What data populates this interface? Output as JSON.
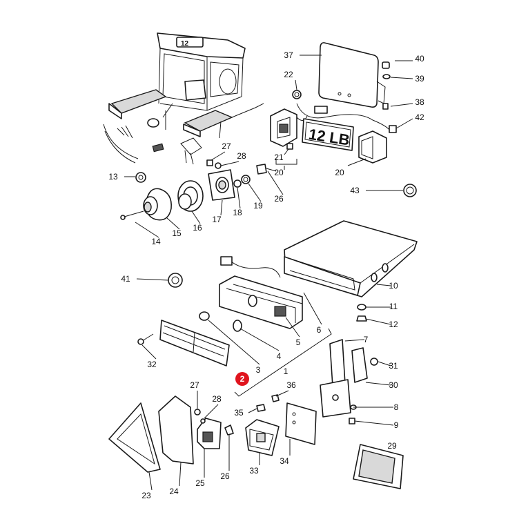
{
  "diagram": {
    "highlight_label": "2",
    "plate_text": "12 LB",
    "cab_sign_text": "12",
    "callouts": [
      {
        "id": "37",
        "label": "37"
      },
      {
        "id": "40",
        "label": "40"
      },
      {
        "id": "22",
        "label": "22"
      },
      {
        "id": "39",
        "label": "39"
      },
      {
        "id": "38",
        "label": "38"
      },
      {
        "id": "42",
        "label": "42"
      },
      {
        "id": "27a",
        "label": "27"
      },
      {
        "id": "28a",
        "label": "28"
      },
      {
        "id": "21",
        "label": "21"
      },
      {
        "id": "20a",
        "label": "20"
      },
      {
        "id": "20b",
        "label": "20"
      },
      {
        "id": "13",
        "label": "13"
      },
      {
        "id": "26a",
        "label": "26"
      },
      {
        "id": "19",
        "label": "19"
      },
      {
        "id": "18",
        "label": "18"
      },
      {
        "id": "17",
        "label": "17"
      },
      {
        "id": "16",
        "label": "16"
      },
      {
        "id": "15",
        "label": "15"
      },
      {
        "id": "14",
        "label": "14"
      },
      {
        "id": "43",
        "label": "43"
      },
      {
        "id": "41",
        "label": "41"
      },
      {
        "id": "10",
        "label": "10"
      },
      {
        "id": "11",
        "label": "11"
      },
      {
        "id": "12",
        "label": "12"
      },
      {
        "id": "6",
        "label": "6"
      },
      {
        "id": "5",
        "label": "5"
      },
      {
        "id": "7",
        "label": "7"
      },
      {
        "id": "4",
        "label": "4"
      },
      {
        "id": "3",
        "label": "3"
      },
      {
        "id": "32",
        "label": "32"
      },
      {
        "id": "1",
        "label": "1"
      },
      {
        "id": "31",
        "label": "31"
      },
      {
        "id": "30",
        "label": "30"
      },
      {
        "id": "36",
        "label": "36"
      },
      {
        "id": "27b",
        "label": "27"
      },
      {
        "id": "28b",
        "label": "28"
      },
      {
        "id": "35",
        "label": "35"
      },
      {
        "id": "8",
        "label": "8"
      },
      {
        "id": "9",
        "label": "9"
      },
      {
        "id": "29",
        "label": "29"
      },
      {
        "id": "33",
        "label": "33"
      },
      {
        "id": "34",
        "label": "34"
      },
      {
        "id": "25",
        "label": "25"
      },
      {
        "id": "26b",
        "label": "26"
      },
      {
        "id": "23",
        "label": "23"
      },
      {
        "id": "24",
        "label": "24"
      }
    ]
  }
}
